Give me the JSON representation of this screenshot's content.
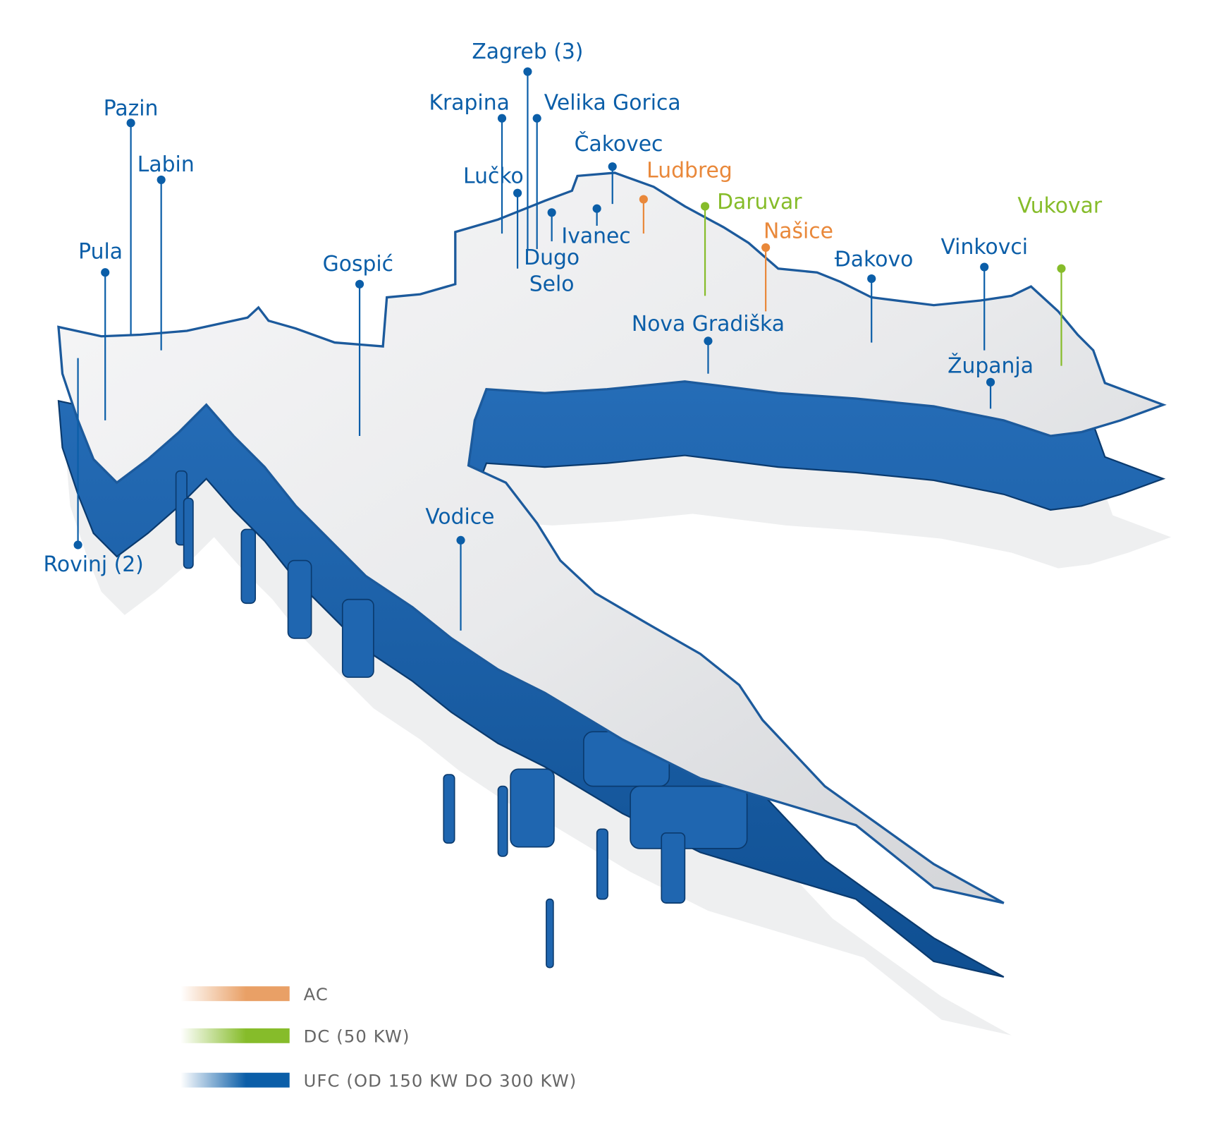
{
  "colors": {
    "ufc": "#0b5ea8",
    "dc": "#86bc2a",
    "ac": "#e9883a",
    "land_top": "#e4e5e8",
    "land_side": "#1c63ad"
  },
  "locations": [
    {
      "name": "Zagreb (3)",
      "type": "ufc"
    },
    {
      "name": "Krapina",
      "type": "ufc"
    },
    {
      "name": "Velika Gorica",
      "type": "ufc"
    },
    {
      "name": "Čakovec",
      "type": "ufc"
    },
    {
      "name": "Ludbreg",
      "type": "ac"
    },
    {
      "name": "Daruvar",
      "type": "dc"
    },
    {
      "name": "Našice",
      "type": "ac"
    },
    {
      "name": "Vukovar",
      "type": "dc"
    },
    {
      "name": "Vinkovci",
      "type": "ufc"
    },
    {
      "name": "Đakovo",
      "type": "ufc"
    },
    {
      "name": "Nova Gradiška",
      "type": "ufc"
    },
    {
      "name": "Županja",
      "type": "ufc"
    },
    {
      "name": "Lučko",
      "type": "ufc"
    },
    {
      "name": "Ivanec",
      "type": "ufc"
    },
    {
      "name": "Dugo",
      "name2": "Selo",
      "type": "ufc"
    },
    {
      "name": "Pazin",
      "type": "ufc"
    },
    {
      "name": "Labin",
      "type": "ufc"
    },
    {
      "name": "Pula",
      "type": "ufc"
    },
    {
      "name": "Gospić",
      "type": "ufc"
    },
    {
      "name": "Vodice",
      "type": "ufc"
    },
    {
      "name": "Rovinj (2)",
      "type": "ufc"
    }
  ],
  "legend": [
    {
      "label": "AC",
      "type": "ac"
    },
    {
      "label": "DC (50 KW)",
      "type": "dc"
    },
    {
      "label": "UFC (OD 150 KW DO 300 KW)",
      "type": "ufc"
    }
  ]
}
